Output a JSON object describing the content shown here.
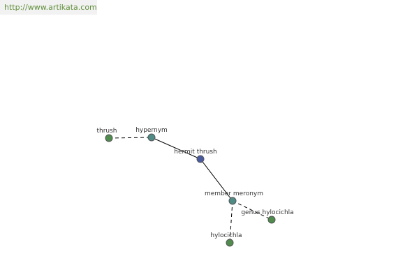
{
  "watermark": {
    "url": "http://www.artikata.com"
  },
  "colors": {
    "center_node": "#4a5aa0",
    "relation_node": "#4f8c86",
    "leaf_node": "#4f8c4e",
    "url_text": "#5f8f3a"
  },
  "graph": {
    "nodes": [
      {
        "id": "thrush",
        "label": "thrush",
        "kind": "leaf"
      },
      {
        "id": "hypernym",
        "label": "hypernym",
        "kind": "relation"
      },
      {
        "id": "hermit-thrush",
        "label": "hermit thrush",
        "kind": "center"
      },
      {
        "id": "member-meronym",
        "label": "member meronym",
        "kind": "relation"
      },
      {
        "id": "genus-hylocichla",
        "label": "genus hylocichla",
        "kind": "leaf"
      },
      {
        "id": "hylocichla",
        "label": "hylocichla",
        "kind": "leaf"
      }
    ],
    "edges": [
      {
        "from": "thrush",
        "to": "hypernym",
        "style": "dashed"
      },
      {
        "from": "hypernym",
        "to": "hermit-thrush",
        "style": "solid"
      },
      {
        "from": "hermit-thrush",
        "to": "member-meronym",
        "style": "solid"
      },
      {
        "from": "member-meronym",
        "to": "genus-hylocichla",
        "style": "dashed"
      },
      {
        "from": "member-meronym",
        "to": "hylocichla",
        "style": "dashed"
      }
    ]
  }
}
